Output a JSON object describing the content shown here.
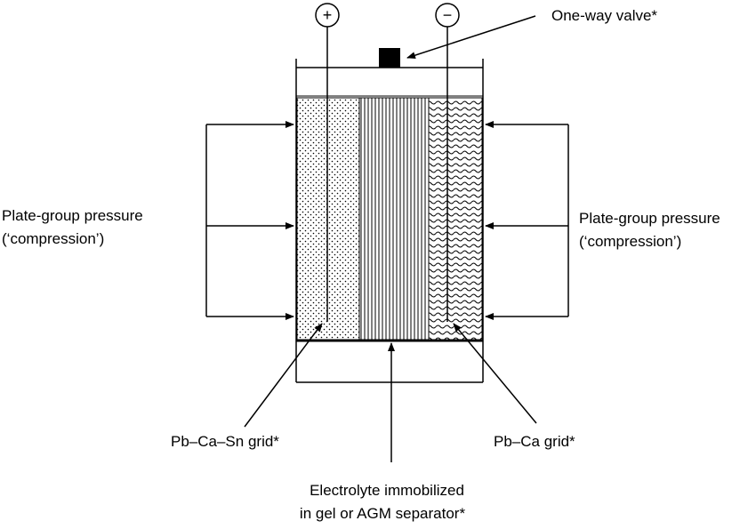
{
  "terminals": {
    "positive_symbol": "+",
    "negative_symbol": "−"
  },
  "labels": {
    "valve": "One-way valve*",
    "pressure_left_line1": "Plate-group pressure",
    "pressure_left_line2": "(‘compression’)",
    "pressure_right_line1": "Plate-group pressure",
    "pressure_right_line2": "(‘compression’)",
    "positive_grid": "Pb–Ca–Sn grid*",
    "negative_grid": "Pb–Ca grid*",
    "electrolyte_line1": "Electrolyte immobilized",
    "electrolyte_line2": "in gel or AGM separator*"
  },
  "colors": {
    "ink": "#000000",
    "background": "#ffffff"
  }
}
